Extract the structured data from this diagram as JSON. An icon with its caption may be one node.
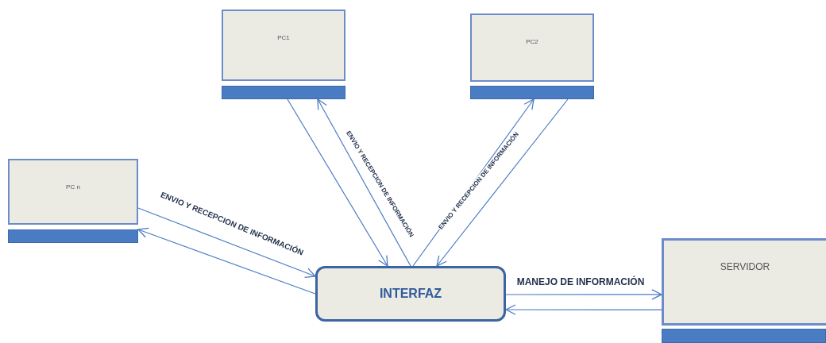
{
  "diagram": {
    "nodes": [
      {
        "text": [
          "PC1"
        ]
      },
      {
        "text": [
          "PC2"
        ]
      },
      {
        "text": [
          "PC n"
        ]
      },
      {
        "text": [
          "INTERFAZ"
        ]
      },
      {
        "text": [
          "SERVIDOR"
        ]
      },
      {
        "text": [],
        "shape": "bar"
      },
      {
        "text": [],
        "shape": "bar"
      },
      {
        "text": [],
        "shape": "bar"
      },
      {
        "text": [],
        "shape": "bar"
      }
    ],
    "edges": [
      {
        "from": 5,
        "to": 3,
        "arrow": "to"
      },
      {
        "from": 3,
        "to": 5,
        "arrow": "to",
        "label": "ENVIO Y RECEPCION DE INFORMACIÓN"
      },
      {
        "from": 3,
        "to": 6,
        "arrow": "to",
        "label": "ENVIO Y RECEPCION DE INFORMACIÓN"
      },
      {
        "from": 6,
        "to": 3,
        "arrow": "to"
      },
      {
        "from": 2,
        "to": 3,
        "arrow": "to",
        "label": "ENVIO Y RECEPCION DE INFORMACIÓN"
      },
      {
        "from": 3,
        "to": 7,
        "arrow": "to"
      },
      {
        "from": 3,
        "to": 4,
        "arrow": "to",
        "label": "MANEJO DE INFORMACIÓN"
      },
      {
        "from": 4,
        "to": 3,
        "arrow": "to"
      }
    ]
  }
}
